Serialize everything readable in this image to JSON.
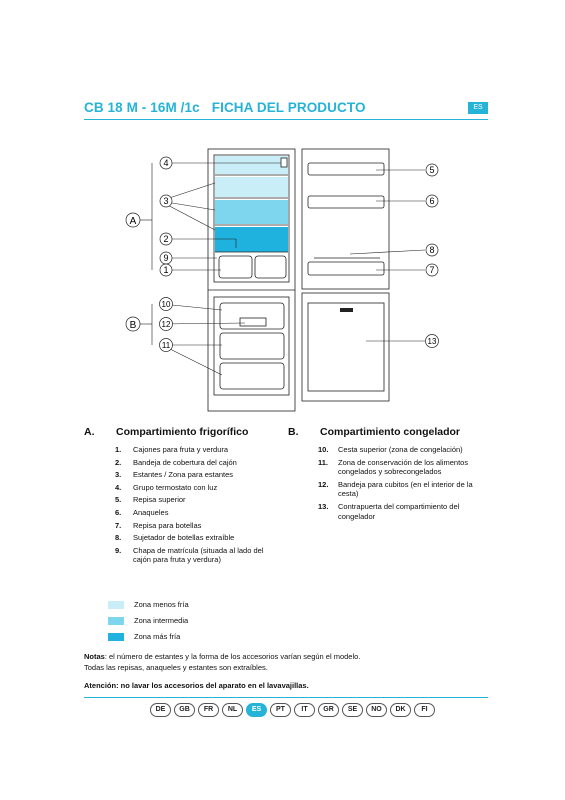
{
  "header": {
    "model": "CB 18 M - 16M /1c",
    "title": "FICHA DEL PRODUCTO",
    "lang_badge": "ES"
  },
  "diagram": {
    "group_labels": [
      "A",
      "B"
    ],
    "callouts_left": [
      "4",
      "3",
      "2",
      "9",
      "1",
      "10",
      "12",
      "11"
    ],
    "callouts_right": [
      "5",
      "6",
      "8",
      "7",
      "13"
    ],
    "colors": {
      "less_cold": "#c9eef8",
      "intermediate": "#7dd6ee",
      "coldest": "#1fb2de",
      "accent": "#26b3d8"
    }
  },
  "section_a": {
    "letter": "A.",
    "title": "Compartimiento frigorífico",
    "items": [
      {
        "num": "1.",
        "text": "Cajones para fruta y verdura"
      },
      {
        "num": "2.",
        "text": "Bandeja de cobertura del cajón"
      },
      {
        "num": "3.",
        "text": "Estantes / Zona para estantes"
      },
      {
        "num": "4.",
        "text": "Grupo termostato con luz"
      },
      {
        "num": "5.",
        "text": "Repisa superior"
      },
      {
        "num": "6.",
        "text": "Anaqueles"
      },
      {
        "num": "7.",
        "text": "Repisa para botellas"
      },
      {
        "num": "8.",
        "text": "Sujetador de botellas extraíble"
      },
      {
        "num": "9.",
        "text": "Chapa de matrícula (situada al lado del cajón para fruta y verdura)"
      }
    ]
  },
  "section_b": {
    "letter": "B.",
    "title": "Compartimiento congelador",
    "items": [
      {
        "num": "10.",
        "text": "Cesta superior (zona de congelación)"
      },
      {
        "num": "11.",
        "text": "Zona de conservación de los alimentos congelados y sobrecongelados"
      },
      {
        "num": "12.",
        "text": "Bandeja para cubitos (en el interior de la cesta)"
      },
      {
        "num": "13.",
        "text": "Contrapuerta del compartimiento del congelador"
      }
    ]
  },
  "legend": [
    {
      "label": "Zona menos fría",
      "color": "#c9eef8"
    },
    {
      "label": "Zona intermedia",
      "color": "#7dd6ee"
    },
    {
      "label": "Zona más fría",
      "color": "#1fb2de"
    }
  ],
  "notes": {
    "prefix": "Notas",
    "line1": ": el número de estantes  y la forma de los accesorios varían según el modelo.",
    "line2": "Todas las repisas, anaqueles y estantes son extraíbles."
  },
  "warning": "Atención: no lavar los accesorios del aparato en el lavavajillas.",
  "languages": [
    "DE",
    "GB",
    "FR",
    "NL",
    "ES",
    "PT",
    "IT",
    "GR",
    "SE",
    "NO",
    "DK",
    "FI"
  ],
  "active_language": "ES"
}
